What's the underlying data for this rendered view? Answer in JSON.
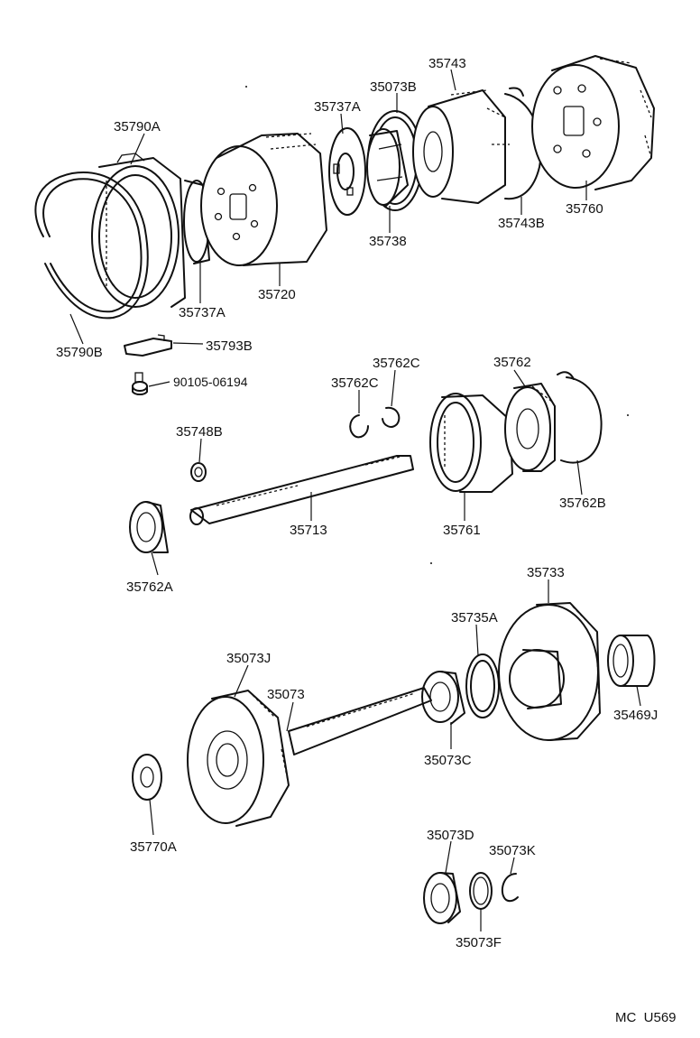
{
  "parts": {
    "p35790A": "35790A",
    "p35737A_top": "35737A",
    "p35073B": "35073B",
    "p35743": "35743",
    "p35737A_bottom": "35737A",
    "p35720": "35720",
    "p35738": "35738",
    "p35743B": "35743B",
    "p35760": "35760",
    "p35790B": "35790B",
    "p35793B": "35793B",
    "p90105": "90105-06194",
    "p35762C_a": "35762C",
    "p35762C_b": "35762C",
    "p35762": "35762",
    "p35748B": "35748B",
    "p35713": "35713",
    "p35761": "35761",
    "p35762B": "35762B",
    "p35762A": "35762A",
    "p35733": "35733",
    "p35735A": "35735A",
    "p35073J": "35073J",
    "p35073": "35073",
    "p35469J": "35469J",
    "p35073C": "35073C",
    "p35770A": "35770A",
    "p35073D": "35073D",
    "p35073K": "35073K",
    "p35073F": "35073F"
  },
  "footer": {
    "code": "MC  U569"
  }
}
